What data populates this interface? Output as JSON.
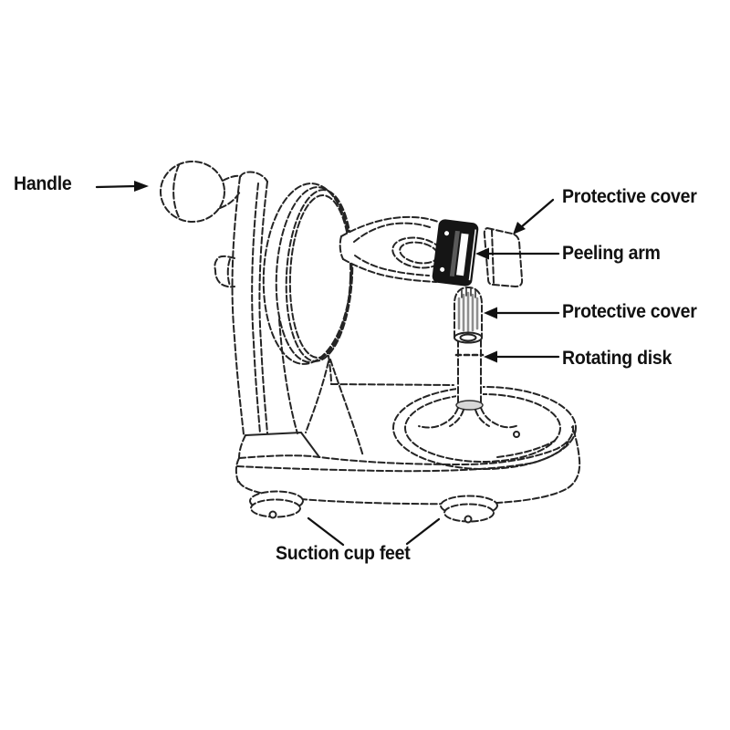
{
  "labels": {
    "handle": "Handle",
    "protective_cover_top": "Protective cover",
    "peeling_arm": "Peeling arm",
    "protective_cover_lower": "Protective cover",
    "rotating_disk": "Rotating disk",
    "suction_cup_feet": "Suction cup feet"
  },
  "colors": {
    "background": "#ffffff",
    "line": "#242424",
    "text": "#111111",
    "blade_block": "#151515",
    "shading": "#8f8f8f"
  }
}
